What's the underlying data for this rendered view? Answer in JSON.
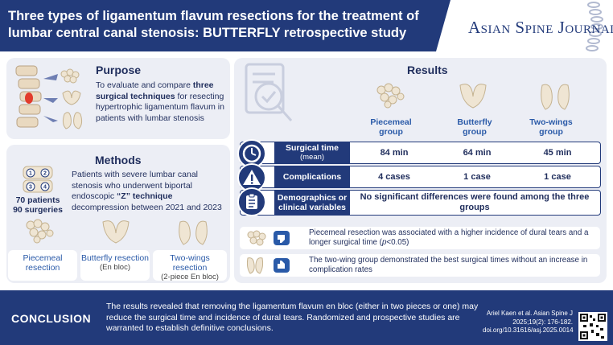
{
  "header": {
    "title_line1": "Three types of ligamentum flavum resections for the treatment of",
    "title_line2": "lumbar central canal stenosis: BUTTERFLY retrospective study",
    "journal": "Asian Spine Journal"
  },
  "purpose": {
    "title": "Purpose",
    "text_a": "To evaluate and compare ",
    "text_bold": "three surgical techniques",
    "text_b": " for resecting hypertrophic ligamentum flavum in patients with lumbar stenosis"
  },
  "methods": {
    "title": "Methods",
    "patients": "70 patients",
    "surgeries": "90 surgeries",
    "text_a": "Patients with severe lumbar canal stenosis who underwent biportal endoscopic ",
    "text_bold": "“Z” technique",
    "text_b": " decompression between 2021 and 2023",
    "marker_labels": [
      "1",
      "2",
      "3",
      "4"
    ],
    "techniques": [
      {
        "name": "Piecemeal resection",
        "sub": ""
      },
      {
        "name": "Butterfly resection",
        "sub": "(En bloc)"
      },
      {
        "name": "Two-wings resection",
        "sub": "(2-piece En bloc)"
      }
    ]
  },
  "results": {
    "title": "Results",
    "groups": [
      "Piecemeal group",
      "Butterfly group",
      "Two-wings group"
    ],
    "rows": [
      {
        "label": "Surgical time",
        "sub": "(mean)",
        "icon": "clock-icon",
        "values": [
          "84 min",
          "64 min",
          "45 min"
        ]
      },
      {
        "label": "Complications",
        "sub": "",
        "icon": "warning-icon",
        "values": [
          "4 cases",
          "1 case",
          "1 case"
        ]
      },
      {
        "label": "Demographics or clinical variables",
        "sub": "",
        "icon": "clipboard-icon",
        "merged": "No significant differences were found among the three groups"
      }
    ],
    "findings": [
      {
        "text_a": "Piecemeal resection was associated with a higher incidence of dural tears and a longer surgical time (",
        "text_italic": "p",
        "text_b": "<0.05)",
        "icon": "thumbs-down-icon"
      },
      {
        "text_a": "The two-wing group demonstrated the best surgical times without an increase in complication rates",
        "text_italic": "",
        "text_b": "",
        "icon": "thumbs-up-icon"
      }
    ]
  },
  "conclusion": {
    "label": "CONCLUSION",
    "text": "The results revealed that removing the ligamentum flavum en bloc (either in two pieces or one) may reduce the surgical time and incidence of dural tears. Randomized and prospective studies are warranted to establish definitive conclusions.",
    "citation_1": "Ariel Kaen et al. Asian Spine J",
    "citation_2": "2025;19(2): 176-182.",
    "citation_3": "doi.org/10.31616/asj.2025.0014"
  },
  "colors": {
    "navy": "#223a7a",
    "accent_blue": "#2a5aa8",
    "panel_bg": "#eceef5",
    "tissue": "#e8dcc4"
  }
}
